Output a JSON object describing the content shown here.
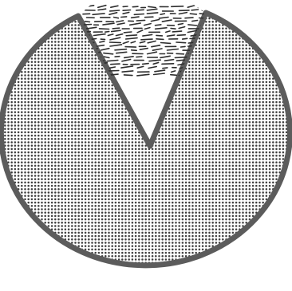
{
  "figure": {
    "shape": "circle-with-wedge-cutout",
    "body_pattern": "dotted-halftone",
    "wedge_pattern": "dashed-hatch",
    "colors": {
      "background": "#ffffff",
      "outline": "#5c5c5c",
      "dot": "#3a3a3a",
      "dash": "#2e2e2e"
    }
  }
}
